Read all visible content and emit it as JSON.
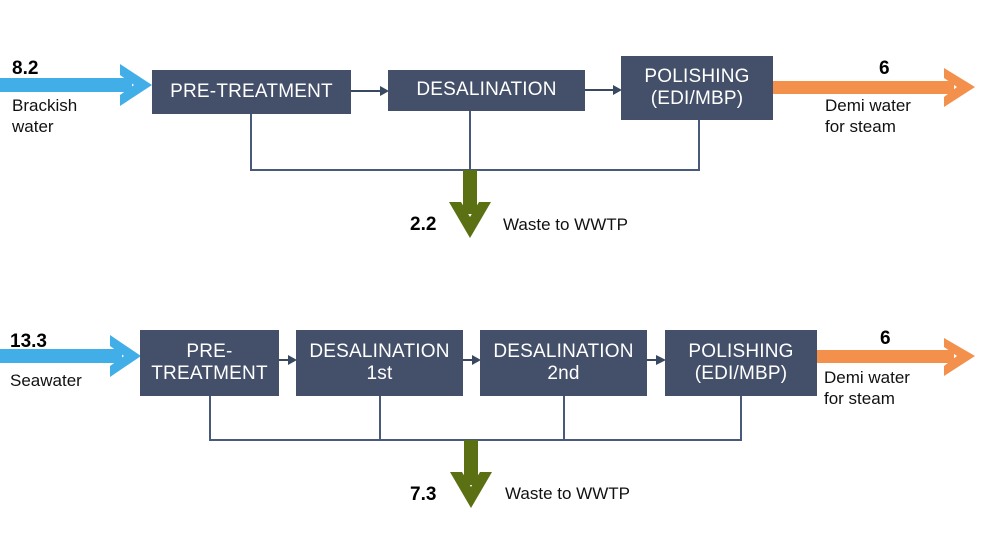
{
  "colors": {
    "box_fill": "#445069",
    "box_text": "#ffffff",
    "feed_arrow": "#41AEE8",
    "product_arrow": "#F2904C",
    "waste_arrow": "#5A7012",
    "connector_line": "#49597A",
    "background": "#ffffff"
  },
  "diagram": {
    "type": "process-flow",
    "trains": [
      {
        "id": "brackish-water-train",
        "feed": {
          "quantity": "8.2",
          "label": "Brackish\nwater",
          "arrow": "feed-arrow-right-icon",
          "color": "#41AEE8"
        },
        "stages": [
          {
            "id": "pre-treatment",
            "label": "PRE-TREATMENT"
          },
          {
            "id": "desalination",
            "label": "DESALINATION"
          },
          {
            "id": "polishing",
            "label": "POLISHING\n(EDI/MBP)"
          }
        ],
        "product": {
          "quantity": "6",
          "label": "Demi water\nfor steam",
          "arrow": "product-arrow-right-icon",
          "color": "#F2904C"
        },
        "waste": {
          "quantity": "2.2",
          "label": "Waste to WWTP",
          "arrow": "waste-arrow-down-icon",
          "color": "#5A7012"
        }
      },
      {
        "id": "seawater-train",
        "feed": {
          "quantity": "13.3",
          "label": "Seawater",
          "arrow": "feed-arrow-right-icon",
          "color": "#41AEE8"
        },
        "stages": [
          {
            "id": "pre-treatment",
            "label": "PRE-\nTREATMENT"
          },
          {
            "id": "desalination-1st",
            "label": "DESALINATION\n1st"
          },
          {
            "id": "desalination-2nd",
            "label": "DESALINATION\n2nd"
          },
          {
            "id": "polishing",
            "label": "POLISHING\n(EDI/MBP)"
          }
        ],
        "product": {
          "quantity": "6",
          "label": "Demi water\nfor steam",
          "arrow": "product-arrow-right-icon",
          "color": "#F2904C"
        },
        "waste": {
          "quantity": "7.3",
          "label": "Waste to WWTP",
          "arrow": "waste-arrow-down-icon",
          "color": "#5A7012"
        }
      }
    ]
  }
}
